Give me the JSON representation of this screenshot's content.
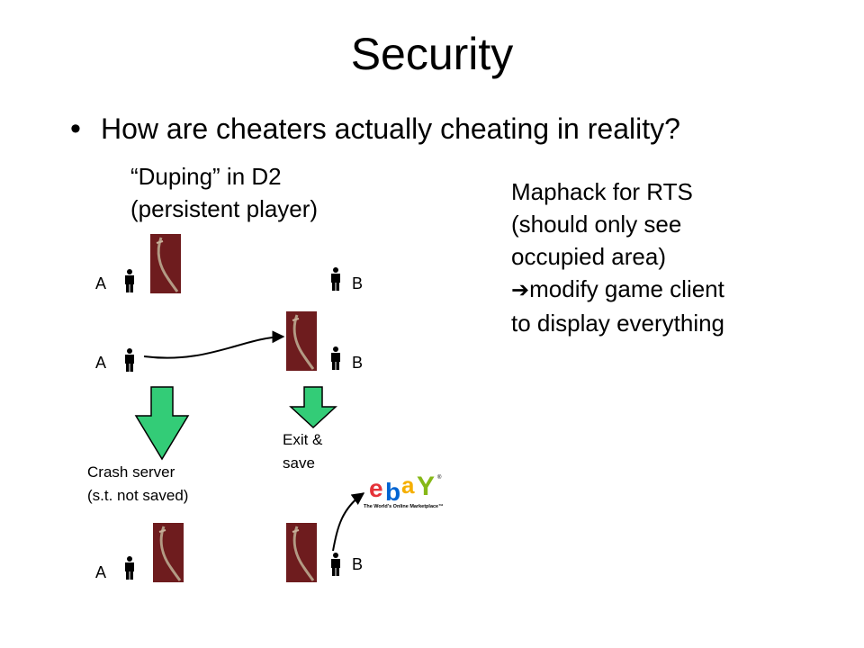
{
  "title": "Security",
  "bullet": "How are cheaters actually cheating in reality?",
  "duping": {
    "line1": "“Duping” in D2",
    "line2": "(persistent player)"
  },
  "maphack": {
    "line1": "Maphack for RTS",
    "line2": "(should only see",
    "line3": "occupied area)",
    "line4_arrow": "➔",
    "line4_text": "modify game client",
    "line5": "to display everything"
  },
  "players": {
    "a": "A",
    "b": "B"
  },
  "captions": {
    "crash_line1": "Crash server",
    "crash_line2": "(s.t. not saved)",
    "exit_line1": "Exit &",
    "exit_line2": "save"
  },
  "ebay": {
    "logo": "ebay",
    "tagline": "The World's Online Marketplace™"
  },
  "colors": {
    "sword_bg": "#6e1c1e",
    "down_arrow": "#33cc77",
    "ebay_e": "#e53238",
    "ebay_b": "#0064d2",
    "ebay_a": "#f5af02",
    "ebay_y": "#86b817"
  }
}
